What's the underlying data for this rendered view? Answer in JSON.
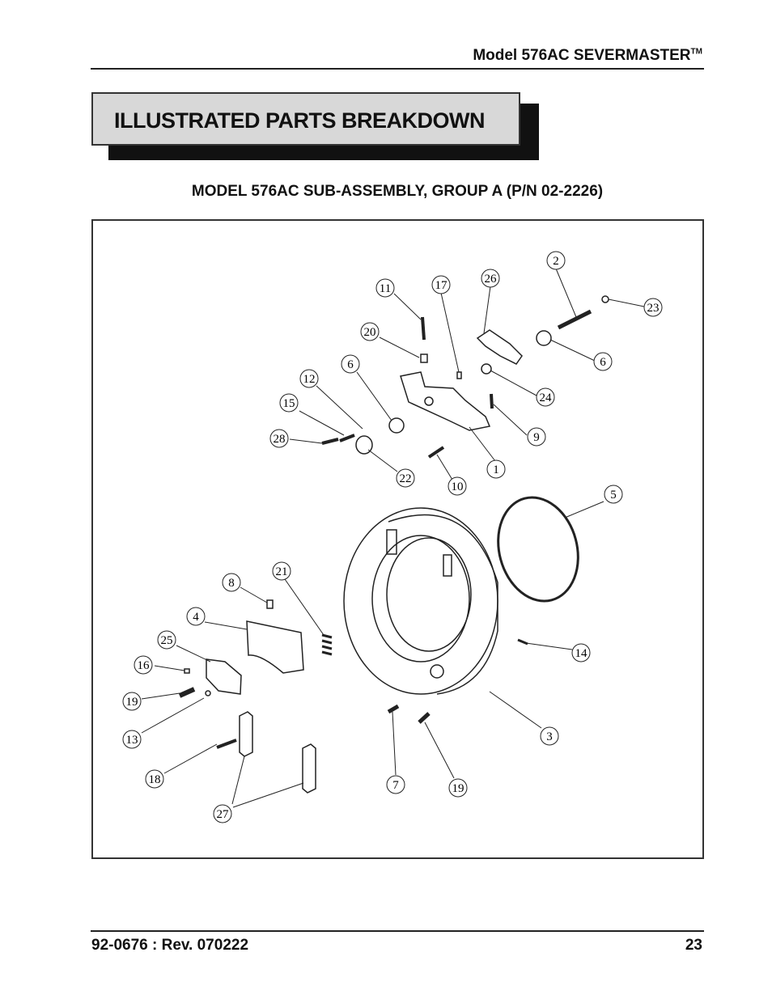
{
  "header": {
    "model": "Model 576AC SEVERMASTER",
    "tm": "TM"
  },
  "banner": {
    "title": "ILLUSTRATED PARTS BREAKDOWN"
  },
  "subtitle": "MODEL 576AC SUB-ASSEMBLY, GROUP A (P/N 02-2226)",
  "footer": {
    "doc": "92-0676 : Rev. 070222",
    "page": "23"
  },
  "callouts": [
    "2",
    "11",
    "17",
    "26",
    "23",
    "20",
    "6",
    "12",
    "6",
    "24",
    "15",
    "9",
    "28",
    "1",
    "22",
    "10",
    "5",
    "21",
    "8",
    "4",
    "25",
    "16",
    "14",
    "19",
    "13",
    "3",
    "18",
    "7",
    "19",
    "27"
  ]
}
